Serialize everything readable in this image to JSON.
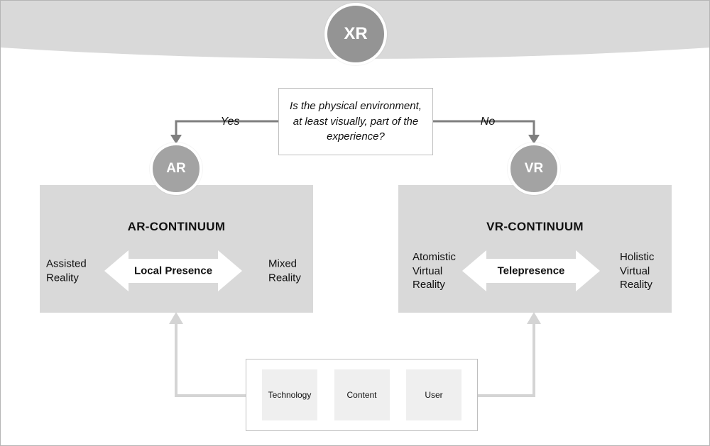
{
  "diagram": {
    "root": {
      "label": "XR"
    },
    "question": {
      "text": "Is the physical environment, at least visually, part of the experience?"
    },
    "branches": {
      "yes_label": "Yes",
      "no_label": "No"
    },
    "ar": {
      "node_label": "AR",
      "title": "AR-CONTINUUM",
      "left_label": "Assisted Reality",
      "right_label": "Mixed Reality",
      "arrow_label": "Local Presence"
    },
    "vr": {
      "node_label": "VR",
      "title": "VR-CONTINUUM",
      "left_label": "Atomistic Virtual Reality",
      "right_label": "Holistic Virtual Reality",
      "arrow_label": "Telepresence"
    },
    "factors": {
      "items": [
        "Technology",
        "Content",
        "User"
      ]
    },
    "colors": {
      "band": "#d9d9d9",
      "node_fill": "#9a9a9a",
      "box_fill": "#d9d9d9",
      "connector": "#7f7f7f",
      "feedback_arrow": "#d4d4d4",
      "factor_fill": "#efefef",
      "border": "#bfbfbf"
    }
  }
}
